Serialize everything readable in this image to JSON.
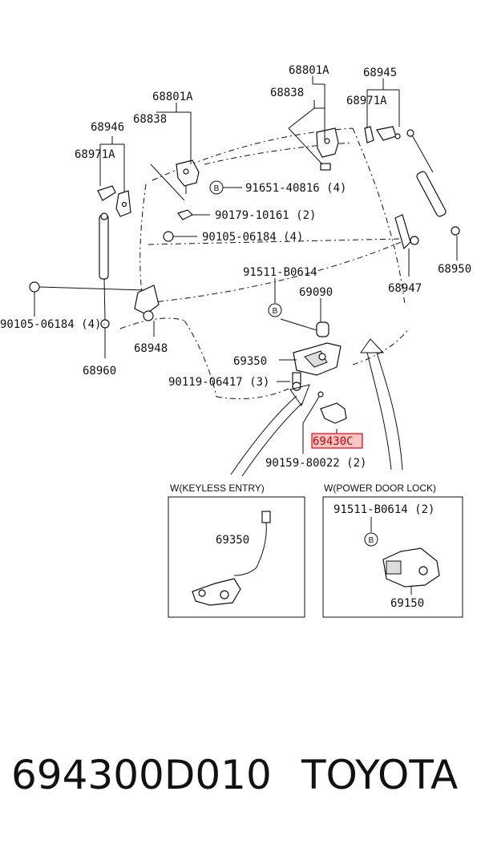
{
  "parts": {
    "p68801A_right": "68801A",
    "p68945": "68945",
    "p68801A_left": "68801A",
    "p68838_right": "68838",
    "p68971A_right": "68971A",
    "p68946": "68946",
    "p68838_left": "68838",
    "p68971A_left": "68971A",
    "p91651": "91651-40816 (4)",
    "p90179": "90179-10161 (2)",
    "p90105_upper": "90105-06184 (4)",
    "p68950": "68950",
    "p91511": "91511-B0614",
    "p69090": "69090",
    "p68947": "68947",
    "p90105_left": "90105-06184 (4)",
    "p68948": "68948",
    "p69350": "69350",
    "p68960": "68960",
    "p90119": "90119-06417 (3)",
    "p69430C": "69430C",
    "p90159": "90159-80022 (2)"
  },
  "callout_b": "B",
  "inset_keyless": {
    "title": "W(KEYLESS ENTRY)",
    "part": "69350"
  },
  "inset_power": {
    "title": "W(POWER DOOR LOCK)",
    "part_screw": "91511-B0614 (2)",
    "part": "69150"
  },
  "footer": {
    "part_number": "694300D010",
    "brand": "TOYOTA"
  },
  "colors": {
    "highlight": "#e8000b",
    "highlight_fill": "#f7c6c6"
  }
}
